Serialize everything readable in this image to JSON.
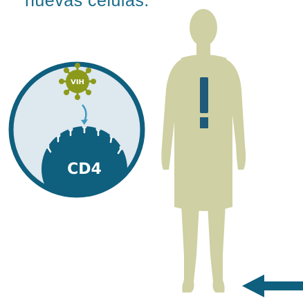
{
  "caption": {
    "text": "nuevas células."
  },
  "inset": {
    "virus_label": "VIH",
    "cell_label": "CD4"
  },
  "figure": {
    "alert_mark": "!",
    "arrow_direction": "left"
  },
  "colors": {
    "title": "#1a6a8a",
    "circle_bg": "#dde8ef",
    "circle_border": "#0f5f7e",
    "cell": "#0f5f7e",
    "virus": "#8c9a1c",
    "body": "#cfd0a3",
    "alert": "#1f5a78",
    "arrow": "#0f5f7e"
  }
}
